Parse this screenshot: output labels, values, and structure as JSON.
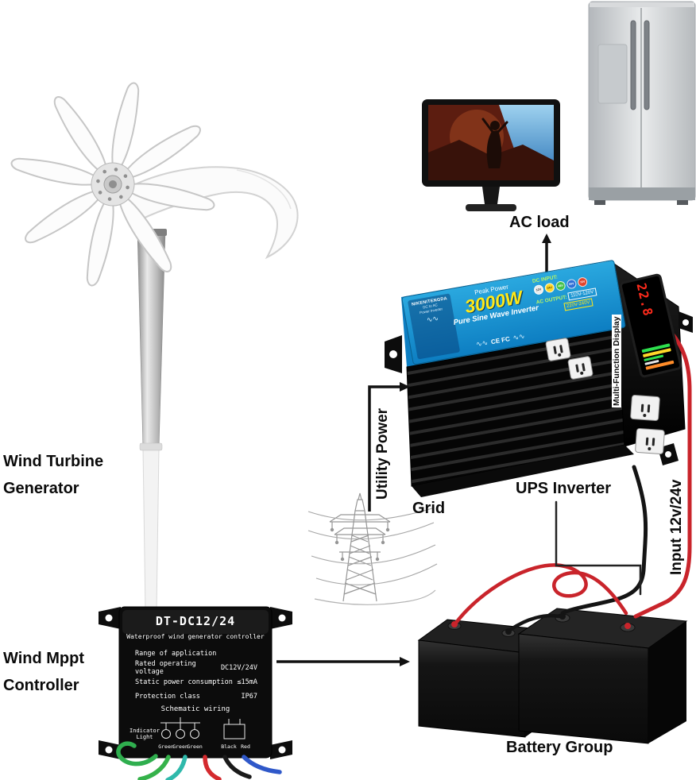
{
  "labels": {
    "ac_load": "AC load",
    "ups_inverter": "UPS Inverter",
    "utility_power": "Utility Power",
    "grid": "Grid",
    "wind_turbine_line1": "Wind Turbine",
    "wind_turbine_line2": "Generator",
    "mppt_line1": "Wind Mppt",
    "mppt_line2": "Controller",
    "battery_group": "Battery Group",
    "input_voltage": "Input 12v/24v"
  },
  "inverter": {
    "brand": "NIKENITENGDA",
    "brand_sub1": "DC to AC",
    "brand_sub2": "Power Inverter",
    "peak_power_label": "Peak Power",
    "power_value": "3000W",
    "product_name": "Pure Sine Wave Inverter",
    "certifications": "CE FC",
    "dc_input_label": "DC INPUT:",
    "dc_input_options": [
      "12V",
      "24V",
      "48V",
      "60V",
      "72V"
    ],
    "ac_output_label": "AC OUTPUT:",
    "ac_output_value1": "110V-120V",
    "ac_output_value2": "220V-240V",
    "display_label": "Multi-Function Display",
    "display_value": "22.8"
  },
  "controller": {
    "model": "DT-DC12/24",
    "subtitle": "Waterproof wind generator controller",
    "spec_rows": [
      {
        "label": "Range of application",
        "value": ""
      },
      {
        "label": "Rated operating voltage",
        "value": "DC12V/24V"
      },
      {
        "label": "Static power consumption",
        "value": "≤15mA"
      },
      {
        "label": "Protection class",
        "value": "IP67"
      }
    ],
    "schematic_title": "Schematic wiring",
    "indicator_label": "Indicator Light",
    "wire_labels": [
      "Green",
      "Green",
      "Green",
      "Black",
      "Red"
    ]
  },
  "colors": {
    "wire_red": "#c9242b",
    "wire_black": "#141414",
    "wire_green": "#2fae4e",
    "wire_teal": "#2fb9ab",
    "wire_blue": "#2f58c9",
    "inverter_label_blue": "#0d7ec2",
    "power_yellow": "#ffe818"
  }
}
